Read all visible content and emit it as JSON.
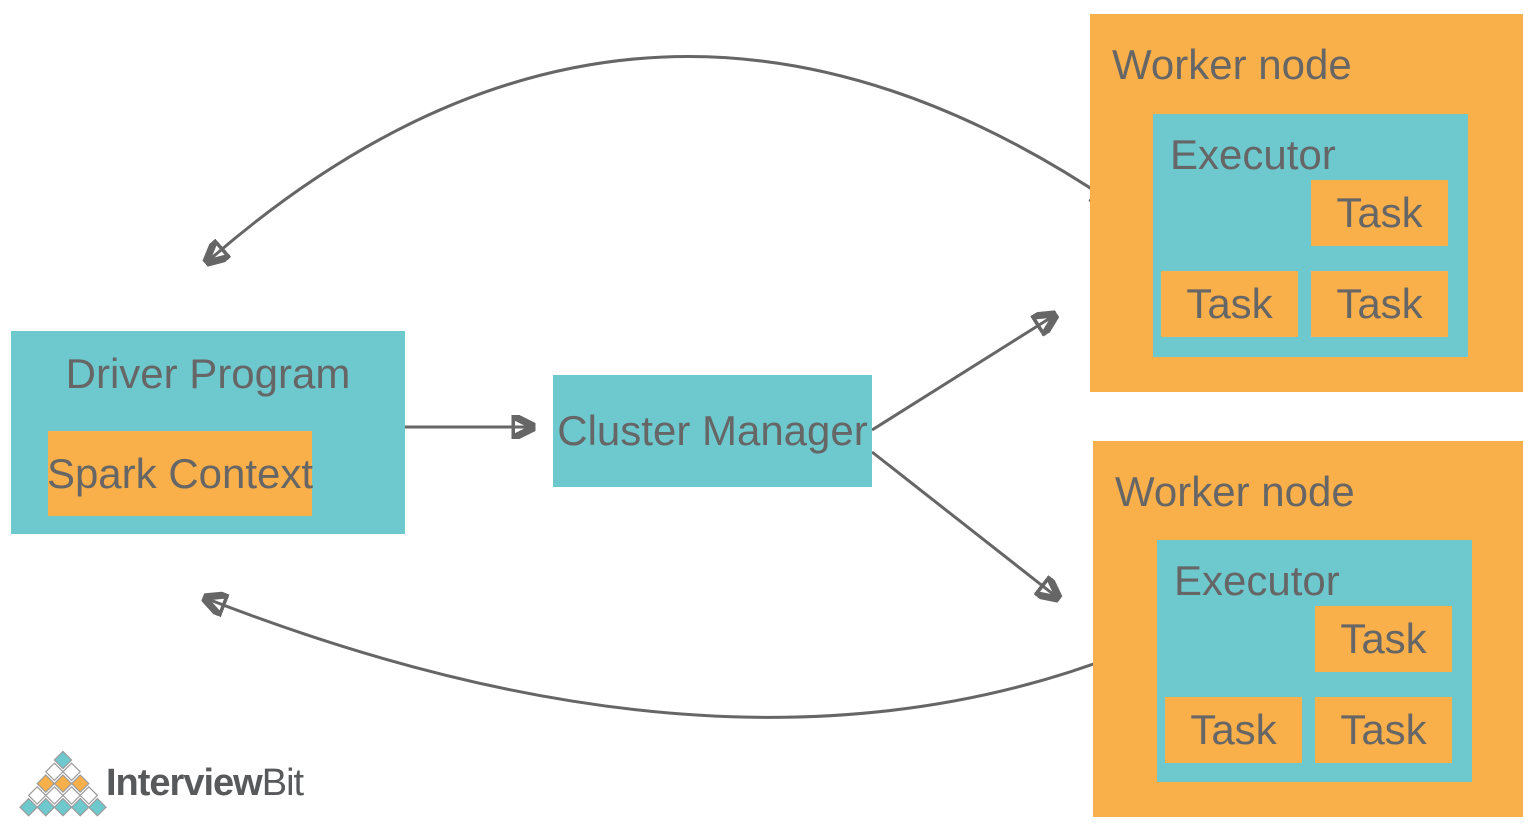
{
  "colors": {
    "teal": "#6EC9CE",
    "orange": "#F9B04B",
    "text": "#666666",
    "arrow": "#666666",
    "logo_text": "#58595B"
  },
  "driver_program": {
    "title": "Driver Program",
    "spark_context": "Spark Context"
  },
  "cluster_manager": {
    "title": "Cluster Manager"
  },
  "workers": [
    {
      "title": "Worker node",
      "executor": {
        "title": "Executor",
        "tasks": [
          "Task",
          "Task",
          "Task"
        ]
      }
    },
    {
      "title": "Worker node",
      "executor": {
        "title": "Executor",
        "tasks": [
          "Task",
          "Task",
          "Task"
        ]
      }
    }
  ],
  "edges": [
    {
      "from": "driver-program",
      "to": "worker-node-1",
      "shape": "curved-arc-top",
      "bidirectional": true
    },
    {
      "from": "driver-program",
      "to": "cluster-manager",
      "shape": "straight-horizontal",
      "bidirectional": true
    },
    {
      "from": "cluster-manager",
      "to": "worker-node-1",
      "shape": "straight-diagonal-up",
      "bidirectional": false
    },
    {
      "from": "cluster-manager",
      "to": "worker-node-2",
      "shape": "straight-diagonal-down",
      "bidirectional": false
    },
    {
      "from": "driver-program",
      "to": "worker-node-2",
      "shape": "curved-arc-bottom",
      "bidirectional": true
    }
  ],
  "logo": {
    "brand_bold": "Interview",
    "brand_light": "Bit",
    "pyramid": [
      [
        "teal"
      ],
      [
        "white",
        "white"
      ],
      [
        "orange",
        "orange",
        "orange"
      ],
      [
        "white",
        "white",
        "white",
        "white"
      ],
      [
        "teal",
        "teal",
        "teal",
        "teal",
        "teal"
      ]
    ]
  }
}
